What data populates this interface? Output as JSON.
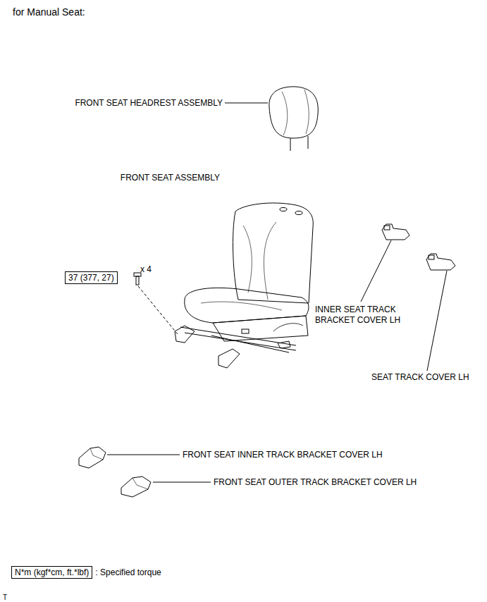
{
  "diagram": {
    "title": "for Manual Seat:",
    "nodes": [
      {
        "text": [
          "37 (377, 27)"
        ]
      },
      {
        "text": [
          "N*m (kgf*cm, ft.*lbf)",
          ": Specified torque"
        ]
      }
    ],
    "labels": [
      "FRONT SEAT HEADREST ASSEMBLY",
      "FRONT SEAT ASSEMBLY",
      "x 4",
      "INNER SEAT TRACK BRACKET COVER LH",
      "SEAT TRACK COVER LH",
      "FRONT SEAT INNER TRACK BRACKET COVER LH",
      "FRONT SEAT OUTER TRACK BRACKET COVER LH",
      "T"
    ]
  }
}
